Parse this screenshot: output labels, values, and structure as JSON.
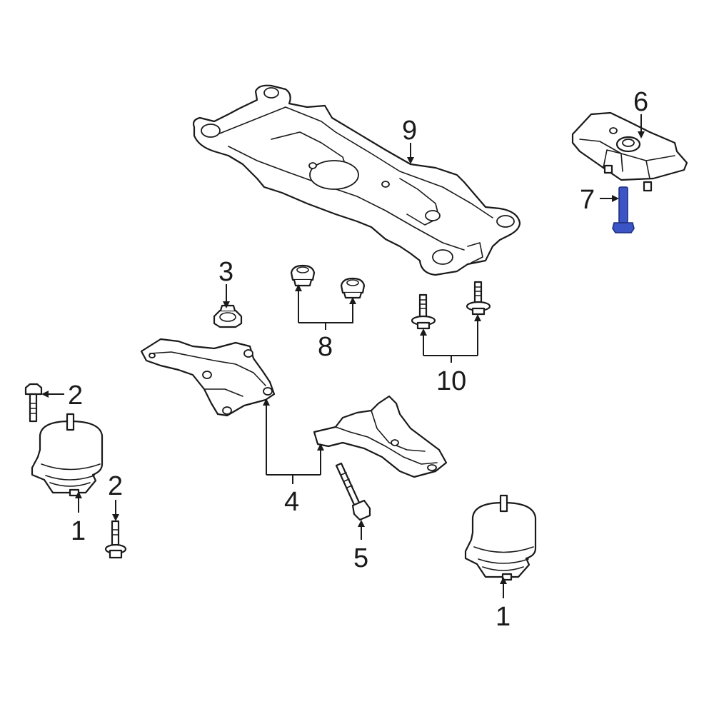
{
  "colors": {
    "line": "#1a1a1a",
    "background": "#ffffff",
    "highlight": "#3b55c7",
    "highlight_dark": "#1f2f7a"
  },
  "callouts": {
    "c1a": "1",
    "c1b": "1",
    "c2a": "2",
    "c2b": "2",
    "c3": "3",
    "c4": "4",
    "c5": "5",
    "c6": "6",
    "c7": "7",
    "c8": "8",
    "c9": "9",
    "c10": "10"
  },
  "highlighted_part": "7"
}
